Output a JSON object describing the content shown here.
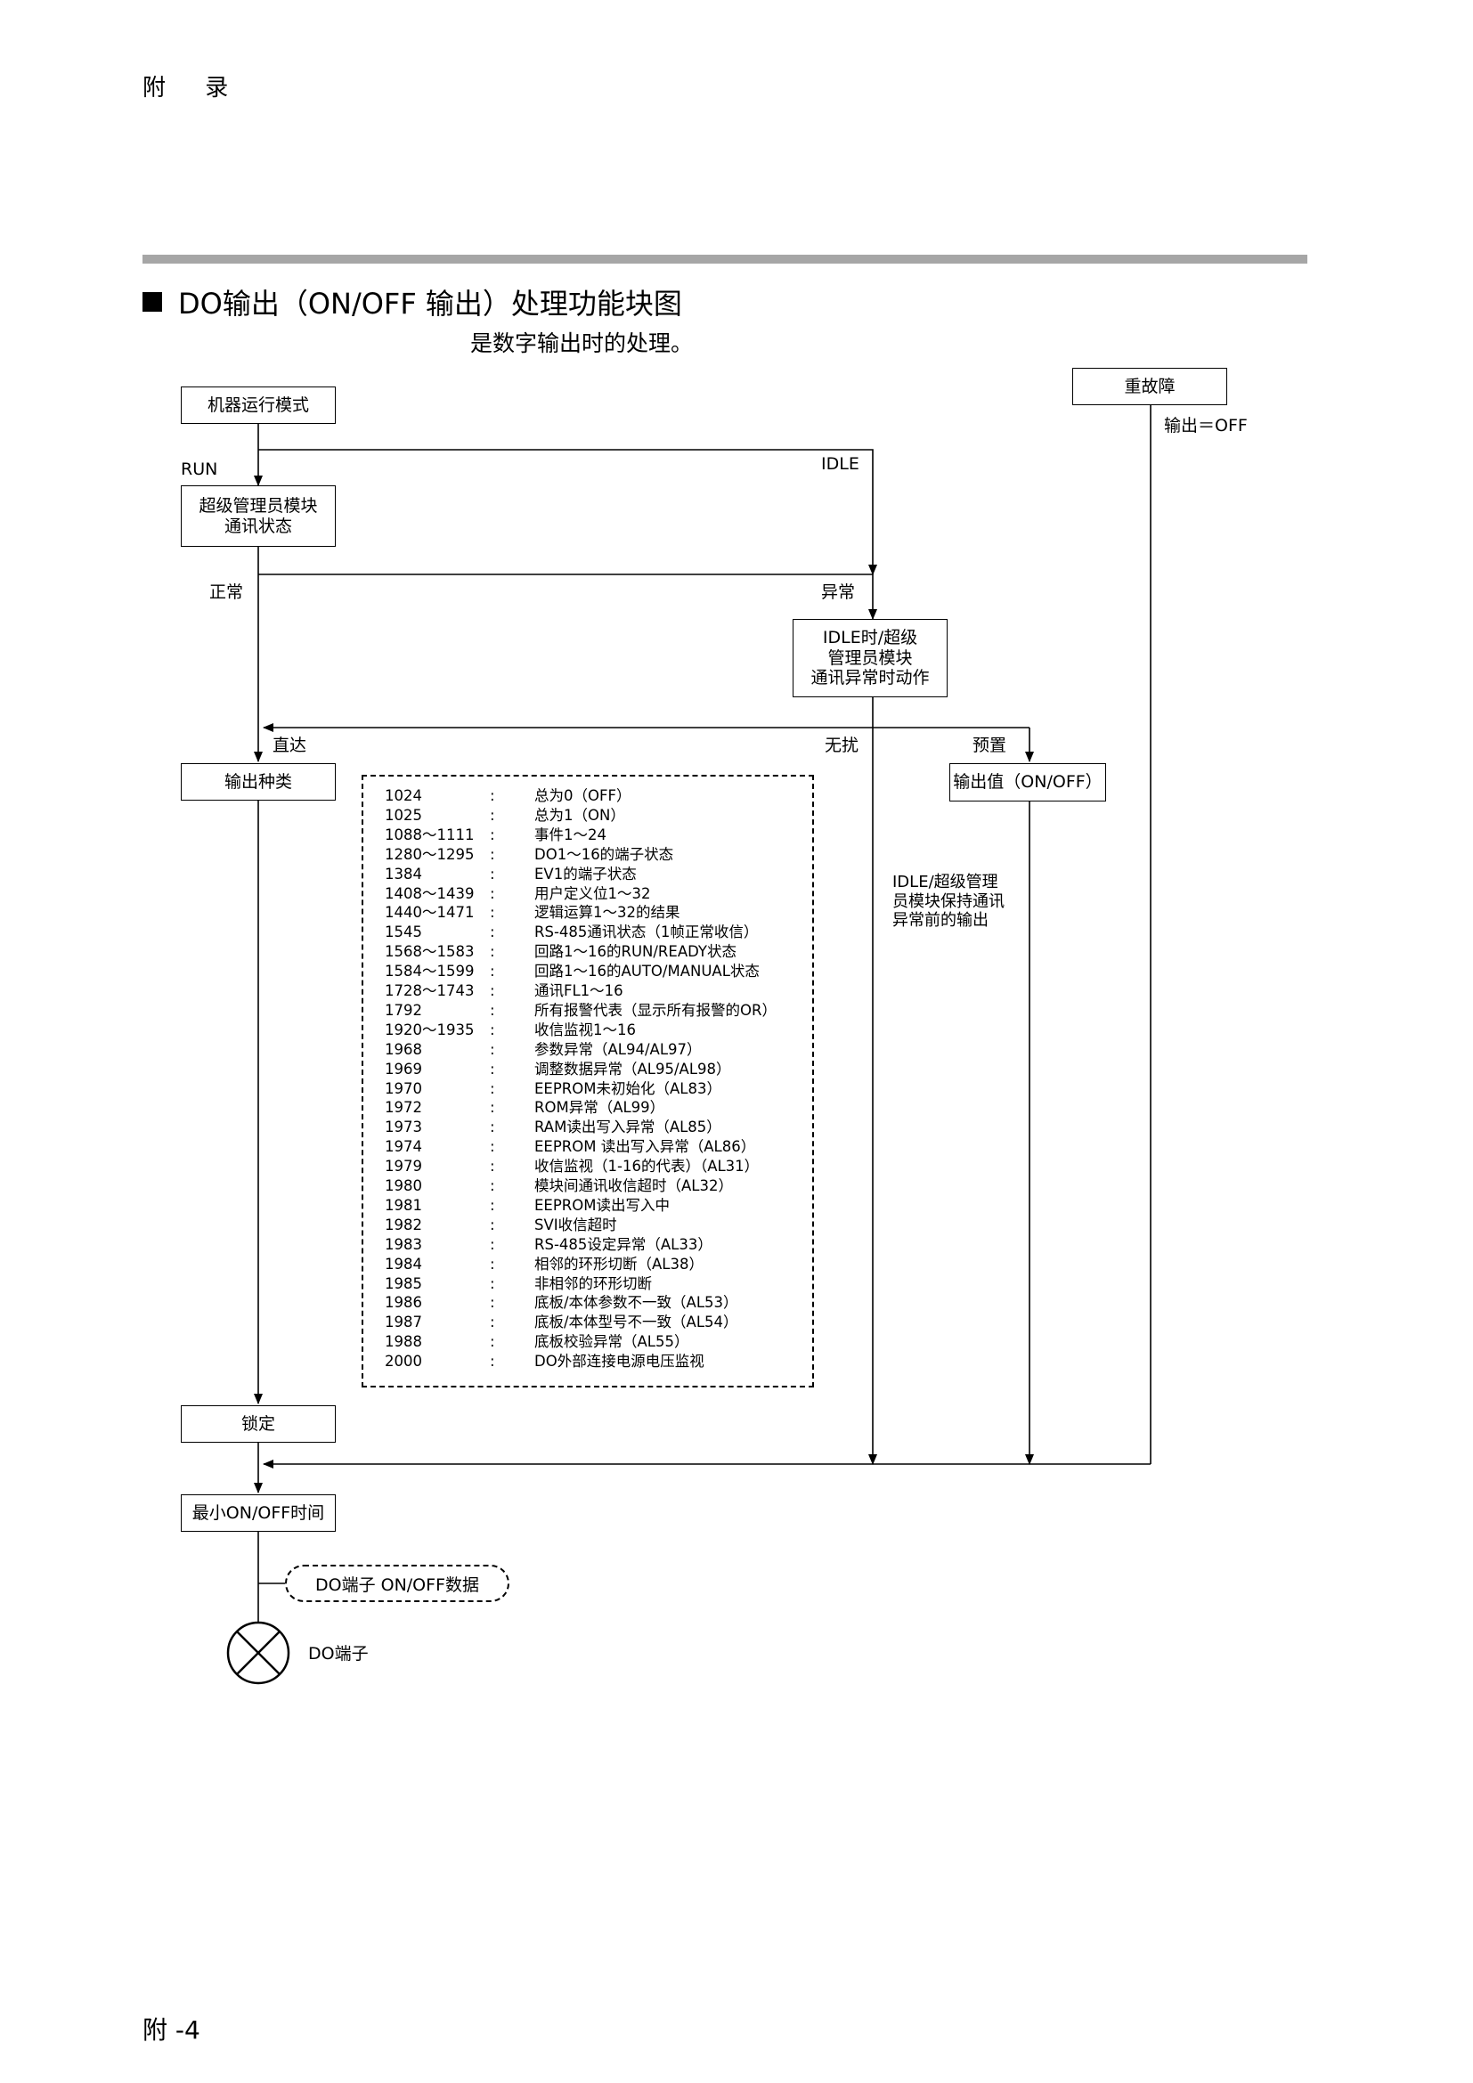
{
  "header": {
    "label": "附 录"
  },
  "section": {
    "title": "DO输出（ON/OFF 输出）处理功能块图",
    "subtitle": "是数字输出时的处理。"
  },
  "diagram": {
    "boxes": {
      "machine_mode": "机器运行模式",
      "heavy_fault": "重故障",
      "super_manager": "超级管理员模块\n通讯状态",
      "idle_action": "IDLE时/超级\n管理员模块\n通讯异常时动作",
      "output_type": "输出种类",
      "output_value": "输出值（ON/OFF）",
      "lock": "锁定",
      "min_onoff": "最小ON/OFF时间"
    },
    "labels": {
      "output_off": "输出＝OFF",
      "run": "RUN",
      "idle": "IDLE",
      "normal": "正常",
      "abnormal": "异常",
      "direct": "直达",
      "no_disturb": "无扰",
      "preset": "预置",
      "hold_note": "IDLE/超级管理\n员模块保持通讯\n异常前的输出",
      "do_terminal": "DO端子"
    },
    "data_pill": "DO端子 ON/OFF数据",
    "output_codes": [
      {
        "code": "1024",
        "sep": ":",
        "desc": "总为0（OFF）"
      },
      {
        "code": "1025",
        "sep": ":",
        "desc": "总为1（ON）"
      },
      {
        "code": "1088～1111",
        "sep": ":",
        "desc": "事件1～24"
      },
      {
        "code": "1280～1295",
        "sep": ":",
        "desc": "DO1～16的端子状态"
      },
      {
        "code": "1384",
        "sep": ":",
        "desc": "EV1的端子状态"
      },
      {
        "code": "1408～1439",
        "sep": ":",
        "desc": "用户定义位1～32"
      },
      {
        "code": "1440～1471",
        "sep": ":",
        "desc": "逻辑运算1～32的结果"
      },
      {
        "code": "1545",
        "sep": ":",
        "desc": "RS-485通讯状态（1帧正常收信）"
      },
      {
        "code": "1568～1583",
        "sep": ":",
        "desc": "回路1～16的RUN/READY状态"
      },
      {
        "code": "1584～1599",
        "sep": ":",
        "desc": "回路1～16的AUTO/MANUAL状态"
      },
      {
        "code": "1728～1743",
        "sep": ":",
        "desc": "通讯FL1～16"
      },
      {
        "code": "1792",
        "sep": ":",
        "desc": "所有报警代表（显示所有报警的OR）"
      },
      {
        "code": "1920～1935",
        "sep": ":",
        "desc": "收信监视1～16"
      },
      {
        "code": "1968",
        "sep": ":",
        "desc": "参数异常（AL94/AL97）"
      },
      {
        "code": "1969",
        "sep": ":",
        "desc": "调整数据异常（AL95/AL98）"
      },
      {
        "code": "1970",
        "sep": ":",
        "desc": "EEPROM未初始化（AL83）"
      },
      {
        "code": "1972",
        "sep": ":",
        "desc": "ROM异常（AL99）"
      },
      {
        "code": "1973",
        "sep": ":",
        "desc": "RAM读出写入异常（AL85）"
      },
      {
        "code": "1974",
        "sep": ":",
        "desc": "EEPROM 读出写入异常（AL86）"
      },
      {
        "code": "1979",
        "sep": ":",
        "desc": "收信监视（1-16的代表）（AL31）"
      },
      {
        "code": "1980",
        "sep": ":",
        "desc": "模块间通讯收信超时（AL32）"
      },
      {
        "code": "1981",
        "sep": ":",
        "desc": "EEPROM读出写入中"
      },
      {
        "code": "1982",
        "sep": ":",
        "desc": "SVI收信超时"
      },
      {
        "code": "1983",
        "sep": ":",
        "desc": "RS-485设定异常（AL33）"
      },
      {
        "code": "1984",
        "sep": ":",
        "desc": "相邻的环形切断（AL38）"
      },
      {
        "code": "1985",
        "sep": ":",
        "desc": "非相邻的环形切断"
      },
      {
        "code": "1986",
        "sep": ":",
        "desc": "底板/本体参数不一致（AL53）"
      },
      {
        "code": "1987",
        "sep": ":",
        "desc": "底板/本体型号不一致（AL54）"
      },
      {
        "code": "1988",
        "sep": ":",
        "desc": "底板校验异常（AL55）"
      },
      {
        "code": "2000",
        "sep": ":",
        "desc": "DO外部连接电源电压监视"
      }
    ]
  },
  "footer": {
    "page_number": "附 -4"
  }
}
